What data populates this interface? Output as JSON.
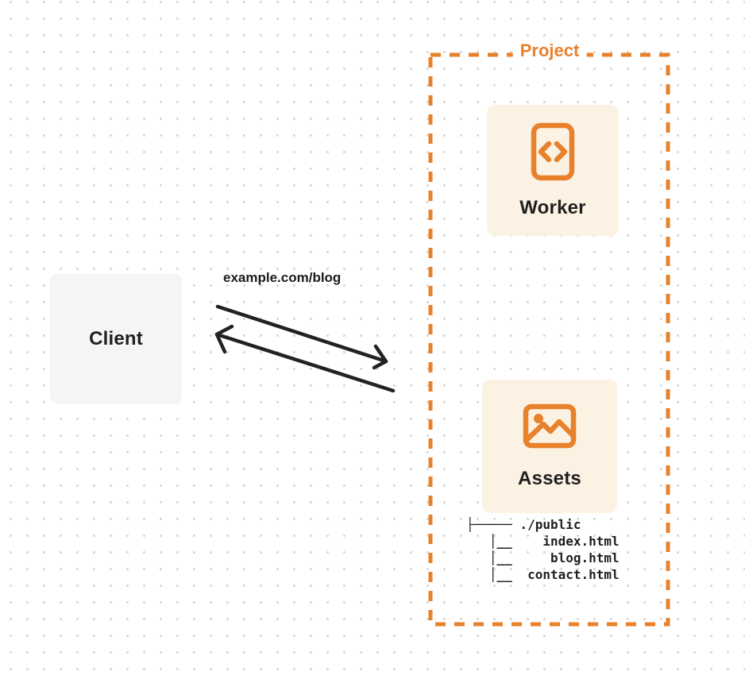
{
  "colors": {
    "accent_orange": "#E8812C",
    "card_background": "#FCF2E4",
    "client_background": "#F5F5F6",
    "text_dark": "#202020",
    "dot_grid": "#D9D9D9"
  },
  "client": {
    "label": "Client"
  },
  "request": {
    "url_label": "example.com/blog"
  },
  "project": {
    "label": "Project",
    "worker": {
      "label": "Worker",
      "icon": "code-file-icon"
    },
    "assets": {
      "label": "Assets",
      "icon": "image-icon",
      "file_tree": {
        "root": "./public",
        "files": [
          "index.html",
          "blog.html",
          "contact.html"
        ],
        "lines": [
          "├───── ./public",
          "   │__    index.html",
          "   │__     blog.html",
          "   │__  contact.html"
        ]
      }
    }
  }
}
